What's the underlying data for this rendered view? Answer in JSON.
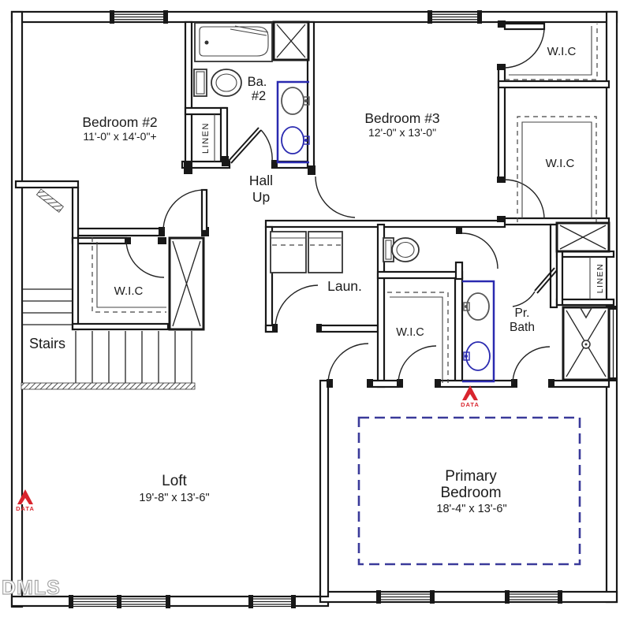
{
  "plan": {
    "watermark": "DMLS",
    "rooms": {
      "bedroom2": {
        "name": "Bedroom #2",
        "dims": "11'-0\" x 14'-0\"+"
      },
      "bedroom3": {
        "name": "Bedroom #3",
        "dims": "12'-0\" x 13'-0\""
      },
      "loft": {
        "name": "Loft",
        "dims": "19'-8\" x 13'-6\""
      },
      "primary_bedroom": {
        "name_line1": "Primary",
        "name_line2": "Bedroom",
        "dims": "18'-4\" x 13'-6\""
      },
      "bath2": {
        "name_line1": "Ba.",
        "name_line2": "#2"
      },
      "primary_bath": {
        "name_line1": "Pr.",
        "name_line2": "Bath"
      },
      "hall": {
        "name_line1": "Hall",
        "name_line2": "Up"
      },
      "laundry": {
        "name": "Laun."
      },
      "stairs": {
        "name": "Stairs"
      }
    },
    "closets": {
      "wic_bedroom3_upper": "W.I.C",
      "wic_bedroom3_lower": "W.I.C",
      "wic_bedroom2": "W.I.C",
      "wic_primary": "W.I.C",
      "linen_hall": "LINEN",
      "linen_primary": "LINEN"
    },
    "markers": {
      "data_label": "DATA"
    },
    "colors": {
      "wall_black": "#181818",
      "plumbing_blue": "#2a2ab0",
      "ceiling_dash_blue": "#3a3a9a",
      "data_red": "#d9252e",
      "watermark_gray": "#a6a6a6"
    }
  }
}
